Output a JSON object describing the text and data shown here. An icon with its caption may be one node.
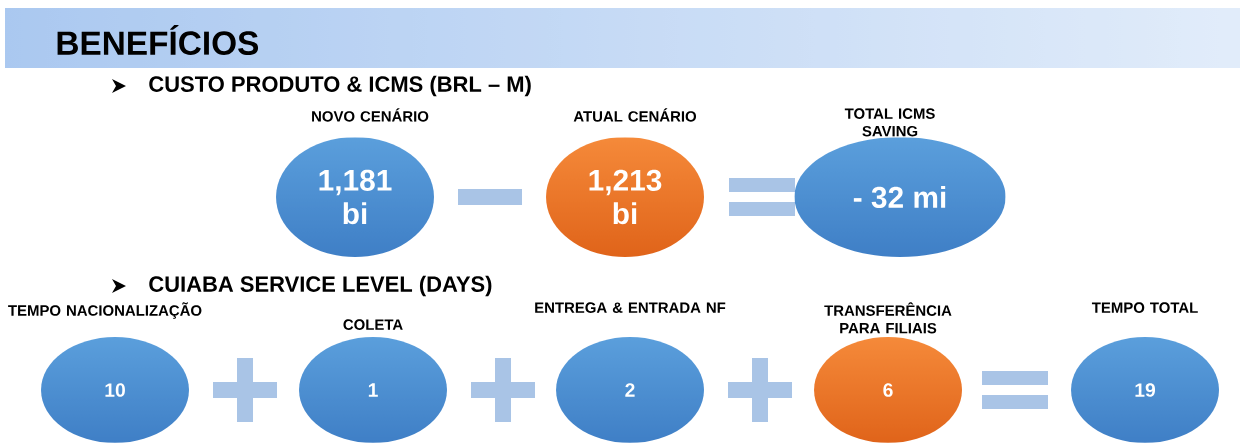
{
  "diagram": {
    "title": "BENEFÍCIOS",
    "nodes": [
      {
        "text": [
          "NOVO CENÁRIO",
          "1,181 bi"
        ]
      },
      {
        "text": [
          "ATUAL CENÁRIO",
          "1,213 bi"
        ]
      },
      {
        "text": [
          "TOTAL ICMS SAVING",
          "- 32 mi"
        ]
      },
      {
        "text": [
          "TEMPO NACIONALIZAÇÃO",
          "10"
        ]
      },
      {
        "text": [
          "COLETA",
          "1"
        ]
      },
      {
        "text": [
          "ENTREGA & ENTRADA NF",
          "2"
        ]
      },
      {
        "text": [
          "TRANSFERÊNCIA PARA FILIAIS",
          "6"
        ]
      },
      {
        "text": [
          "TEMPO TOTAL",
          "19"
        ]
      }
    ],
    "labels": [
      "CUSTO PRODUTO & ICMS (BRL – M)",
      "CUIABA SERVICE LEVEL (DAYS)"
    ]
  }
}
